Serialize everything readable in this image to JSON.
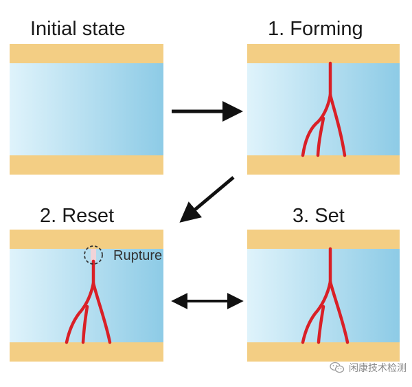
{
  "panels": {
    "initial": {
      "title": "Initial state"
    },
    "forming": {
      "title": "1. Forming"
    },
    "reset": {
      "title": "2. Reset",
      "annotation": "Rupture"
    },
    "set": {
      "title": "3. Set"
    }
  },
  "watermark": {
    "text": "闲康技术检测",
    "icon": "wechat-icon"
  },
  "colors": {
    "electrode": "#f3ce84",
    "oxide_light": "#dff3fb",
    "oxide_dark": "#8dcbe6",
    "filament": "#d92027",
    "arrow": "#111111",
    "rupture_gap": "#f1d3d8"
  }
}
